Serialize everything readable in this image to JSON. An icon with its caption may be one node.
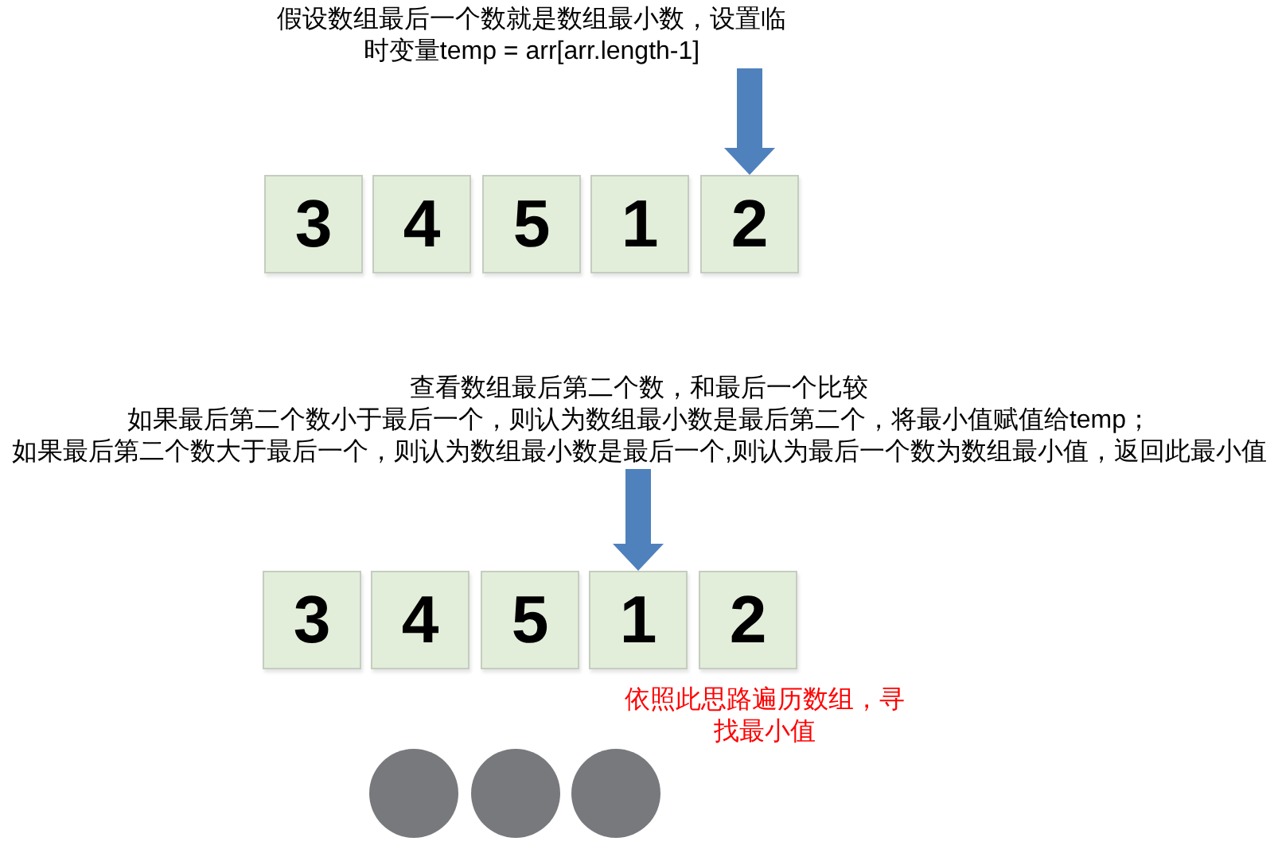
{
  "diagram": {
    "nodes": [
      {
        "text": [
          "假设数组最后一个数就是数组最小数，设置临时变量temp = arr[arr.length-1]"
        ]
      },
      {
        "text": [
          "3"
        ]
      },
      {
        "text": [
          "4"
        ]
      },
      {
        "text": [
          "5"
        ]
      },
      {
        "text": [
          "1"
        ]
      },
      {
        "text": [
          "2"
        ]
      },
      {
        "text": [
          "查看数组最后第二个数，和最后一个比较",
          "如果最后第二个数小于最后一个，则认为数组最小数是最后第二个，将最小值赋值给temp；",
          "如果最后第二个数大于最后一个，则认为数组最小数是最后一个,则认为最后一个数为数组最小值，返回此最小值"
        ]
      },
      {
        "text": [
          "3"
        ]
      },
      {
        "text": [
          "4"
        ]
      },
      {
        "text": [
          "5"
        ]
      },
      {
        "text": [
          "1"
        ]
      },
      {
        "text": [
          "2"
        ]
      },
      {
        "text": [],
        "shape": "circle"
      },
      {
        "text": [],
        "shape": "circle"
      },
      {
        "text": [],
        "shape": "circle"
      }
    ],
    "edges": [
      {
        "from": 0,
        "to": 5,
        "arrow": "to"
      },
      {
        "from": 6,
        "to": 10,
        "arrow": "to"
      }
    ],
    "labels": [
      "依照此思路遍历数组，寻找最小值"
    ]
  }
}
